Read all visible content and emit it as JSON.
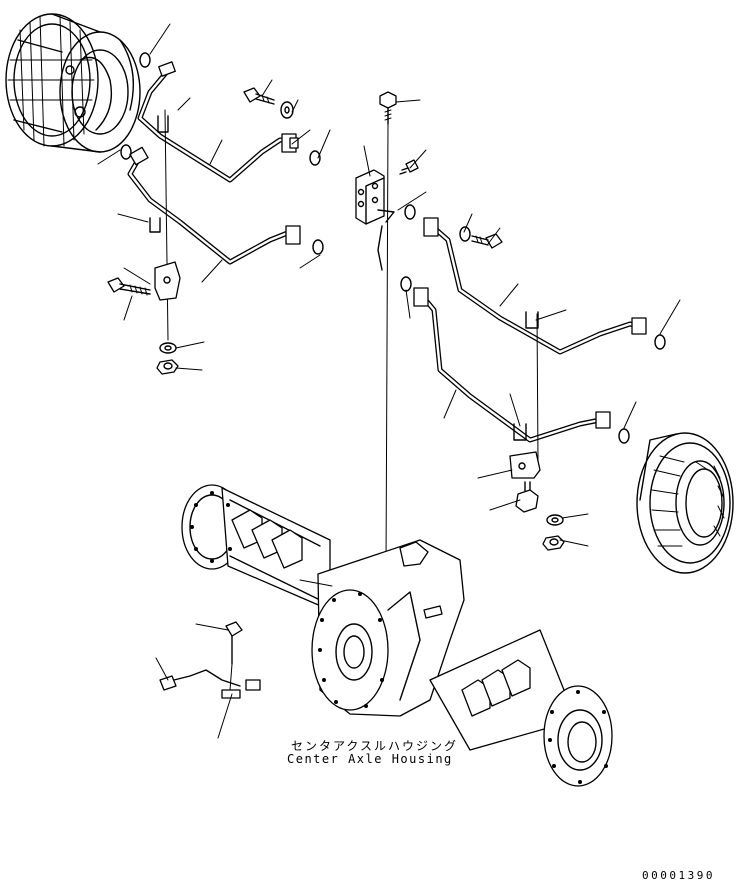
{
  "diagram": {
    "caption_japanese": "センタアクスルハウジング",
    "caption_english": "Center Axle Housing",
    "drawing_number": "00001390"
  }
}
